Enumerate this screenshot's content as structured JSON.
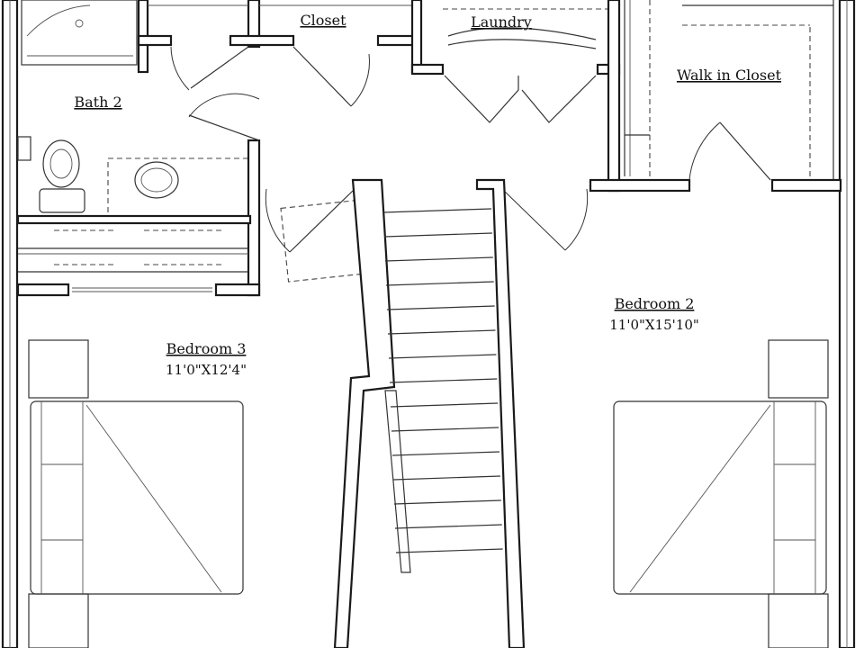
{
  "rooms": {
    "closet": {
      "name": "Closet"
    },
    "laundry": {
      "name": "Laundry"
    },
    "walk_in_closet": {
      "name": "Walk in Closet"
    },
    "bath_2": {
      "name": "Bath 2"
    },
    "bedroom_3": {
      "name": "Bedroom 3",
      "dims": "11'0\"X12'4\""
    },
    "bedroom_2": {
      "name": "Bedroom 2",
      "dims": "11'0\"X15'10\""
    }
  },
  "colors": {
    "line": "#1a1a1a",
    "background": "#ffffff"
  }
}
